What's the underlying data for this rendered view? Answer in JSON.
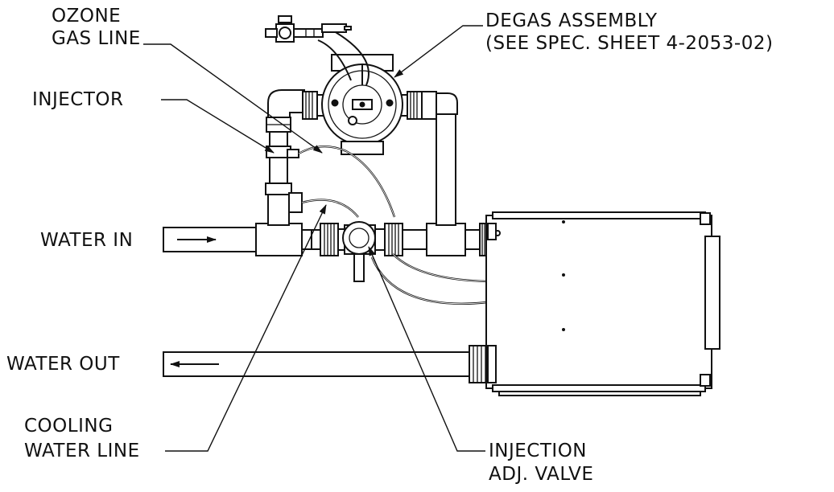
{
  "labels": {
    "ozone_gas_line": [
      "OZONE",
      "GAS LINE"
    ],
    "degas_assembly": [
      "DEGAS ASSEMBLY",
      "(SEE SPEC. SHEET 4-2053-02)"
    ],
    "injector": "INJECTOR",
    "water_in": "WATER IN",
    "water_out": "WATER OUT",
    "cooling_water_line": [
      "COOLING",
      "WATER LINE"
    ],
    "injection_adj_valve": [
      "INJECTION",
      "ADJ. VALVE"
    ]
  }
}
